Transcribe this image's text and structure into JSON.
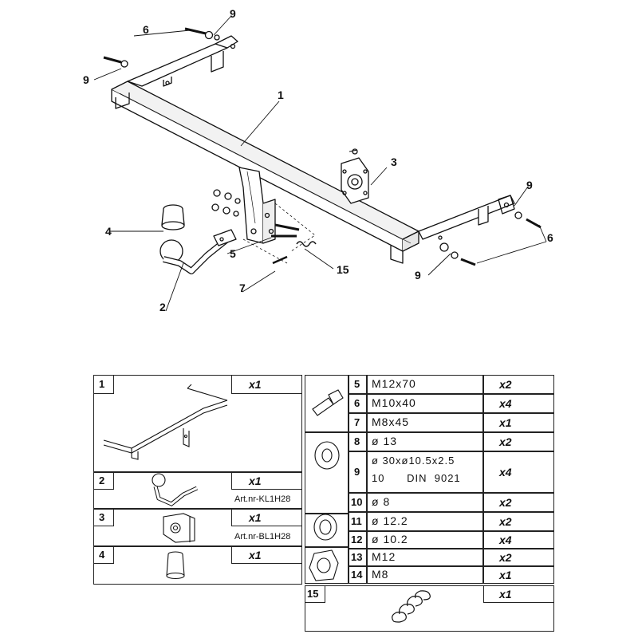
{
  "diagram": {
    "callouts": [
      {
        "id": "c1",
        "label": "1"
      },
      {
        "id": "c2",
        "label": "2"
      },
      {
        "id": "c3",
        "label": "3"
      },
      {
        "id": "c4",
        "label": "4"
      },
      {
        "id": "c5",
        "label": "5"
      },
      {
        "id": "c6a",
        "label": "6"
      },
      {
        "id": "c6b",
        "label": "6"
      },
      {
        "id": "c7",
        "label": "7"
      },
      {
        "id": "c9a",
        "label": "9"
      },
      {
        "id": "c9b",
        "label": "9"
      },
      {
        "id": "c9c",
        "label": "9"
      },
      {
        "id": "c9d",
        "label": "9"
      },
      {
        "id": "c15",
        "label": "15"
      }
    ]
  },
  "parts_left": [
    {
      "num": "1",
      "qty": "x1",
      "art": ""
    },
    {
      "num": "2",
      "qty": "x1",
      "art": "Art.nr-KL1H28"
    },
    {
      "num": "3",
      "qty": "x1",
      "art": "Art.nr-BL1H28"
    },
    {
      "num": "4",
      "qty": "x1",
      "art": ""
    }
  ],
  "parts_right": [
    {
      "num": "5",
      "spec": "M12x70",
      "qty": "x2"
    },
    {
      "num": "6",
      "spec": "M10x40",
      "qty": "x4"
    },
    {
      "num": "7",
      "spec": "M8x45",
      "qty": "x1"
    },
    {
      "num": "8",
      "spec": "ø 13",
      "qty": "x2"
    },
    {
      "num": "9",
      "spec": "ø 30xø10.5x2.5",
      "spec2": "10      DIN  9021",
      "qty": "x4"
    },
    {
      "num": "10",
      "spec": "ø 8",
      "qty": "x2"
    },
    {
      "num": "11",
      "spec": "ø 12.2",
      "qty": "x2"
    },
    {
      "num": "12",
      "spec": "ø 10.2",
      "qty": "x4"
    },
    {
      "num": "13",
      "spec": "M12",
      "qty": "x2"
    },
    {
      "num": "14",
      "spec": "M8",
      "qty": "x1"
    },
    {
      "num": "15",
      "spec": "",
      "qty": "x1"
    }
  ]
}
